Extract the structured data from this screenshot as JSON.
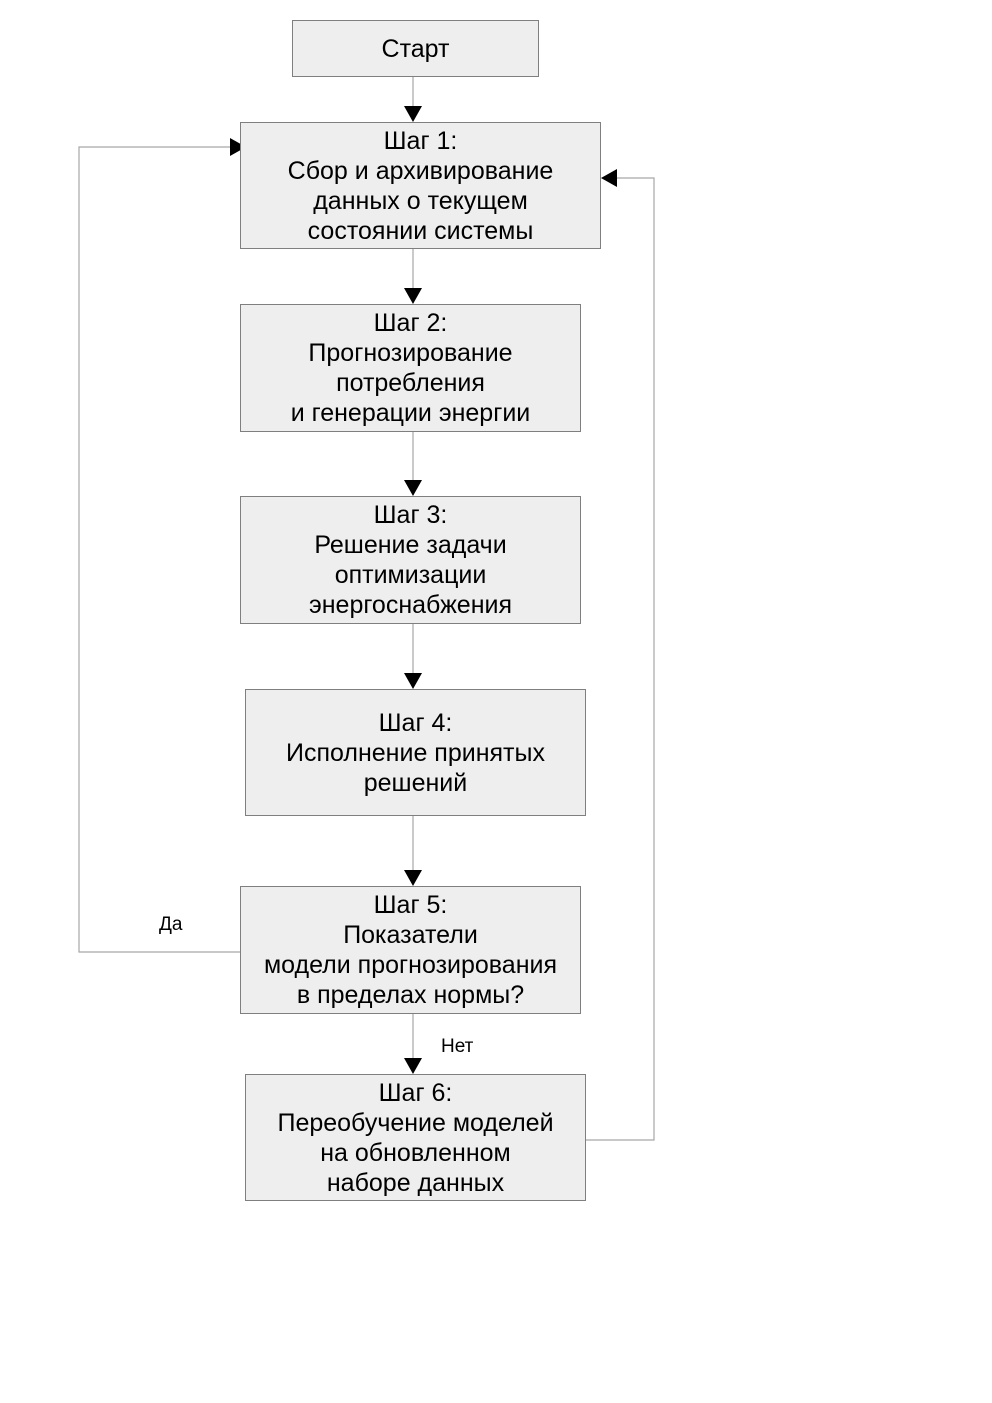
{
  "nodes": {
    "start": {
      "lines": [
        "Старт"
      ]
    },
    "step1": {
      "lines": [
        "Шаг 1:",
        "Сбор и архивирование",
        "данных о текущем",
        "состоянии системы"
      ]
    },
    "step2": {
      "lines": [
        "Шаг 2:",
        "Прогнозирование",
        "потребления",
        "и генерации энергии"
      ]
    },
    "step3": {
      "lines": [
        "Шаг 3:",
        "Решение задачи",
        "оптимизации",
        "энергоснабжения"
      ]
    },
    "step4": {
      "lines": [
        "Шаг 4:",
        "Исполнение принятых",
        "решений"
      ]
    },
    "step5": {
      "lines": [
        "Шаг 5:",
        "Показатели",
        "модели прогнозирования",
        "в пределах нормы?"
      ]
    },
    "step6": {
      "lines": [
        "Шаг 6:",
        "Переобучение моделей",
        "на обновленном",
        "наборе данных"
      ]
    }
  },
  "edges": [
    {
      "from": "start",
      "to": "step1",
      "label": ""
    },
    {
      "from": "step1",
      "to": "step2",
      "label": ""
    },
    {
      "from": "step2",
      "to": "step3",
      "label": ""
    },
    {
      "from": "step3",
      "to": "step4",
      "label": ""
    },
    {
      "from": "step4",
      "to": "step5",
      "label": ""
    },
    {
      "from": "step5",
      "to": "step1",
      "label": "Да"
    },
    {
      "from": "step5",
      "to": "step6",
      "label": "Нет"
    },
    {
      "from": "step6",
      "to": "step1",
      "label": ""
    }
  ],
  "labels": {
    "yes": "Да",
    "no": "Нет"
  },
  "colors": {
    "box_fill": "#eeeeee",
    "box_border": "#7f7f7f",
    "connector": "#a6a6a6",
    "arrowhead": "#000000"
  }
}
